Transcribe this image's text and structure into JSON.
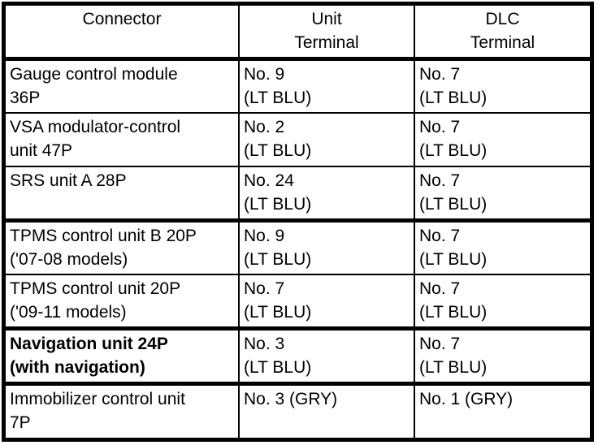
{
  "page": {
    "background_color": "#ffffff",
    "line_color": "#000000"
  },
  "table": {
    "columns": [
      {
        "id": "connector",
        "label": "Connector"
      },
      {
        "id": "unit",
        "label": "Unit\nTerminal"
      },
      {
        "id": "dlc",
        "label": "DLC\nTerminal"
      }
    ],
    "rows": [
      {
        "connector": "Gauge control module\n36P",
        "unit": "No. 9\n(LT BLU)",
        "dlc": "No. 7\n(LT BLU)",
        "bold": false,
        "group_start": false
      },
      {
        "connector": "VSA modulator-control\nunit 47P",
        "unit": "No. 2\n(LT BLU)",
        "dlc": "No. 7\n(LT BLU)",
        "bold": false,
        "group_start": false
      },
      {
        "connector": "SRS unit A 28P",
        "unit": "No. 24\n(LT BLU)",
        "dlc": "No. 7\n(LT BLU)",
        "bold": false,
        "group_start": false
      },
      {
        "connector": "TPMS control unit B 20P\n('07-08 models)",
        "unit": "No. 9\n(LT BLU)",
        "dlc": "No. 7\n(LT BLU)",
        "bold": false,
        "group_start": true
      },
      {
        "connector": "TPMS control unit 20P\n('09-11 models)",
        "unit": "No. 7\n(LT BLU)",
        "dlc": "No. 7\n(LT BLU)",
        "bold": false,
        "group_start": false
      },
      {
        "connector": "Navigation unit 24P\n(with navigation)",
        "unit": "No. 3\n(LT BLU)",
        "dlc": "No. 7\n(LT BLU)",
        "bold": true,
        "group_start": true
      },
      {
        "connector": "Immobilizer control unit\n7P",
        "unit": "No. 3 (GRY)",
        "dlc": "No. 1 (GRY)",
        "bold": false,
        "group_start": true
      }
    ]
  }
}
